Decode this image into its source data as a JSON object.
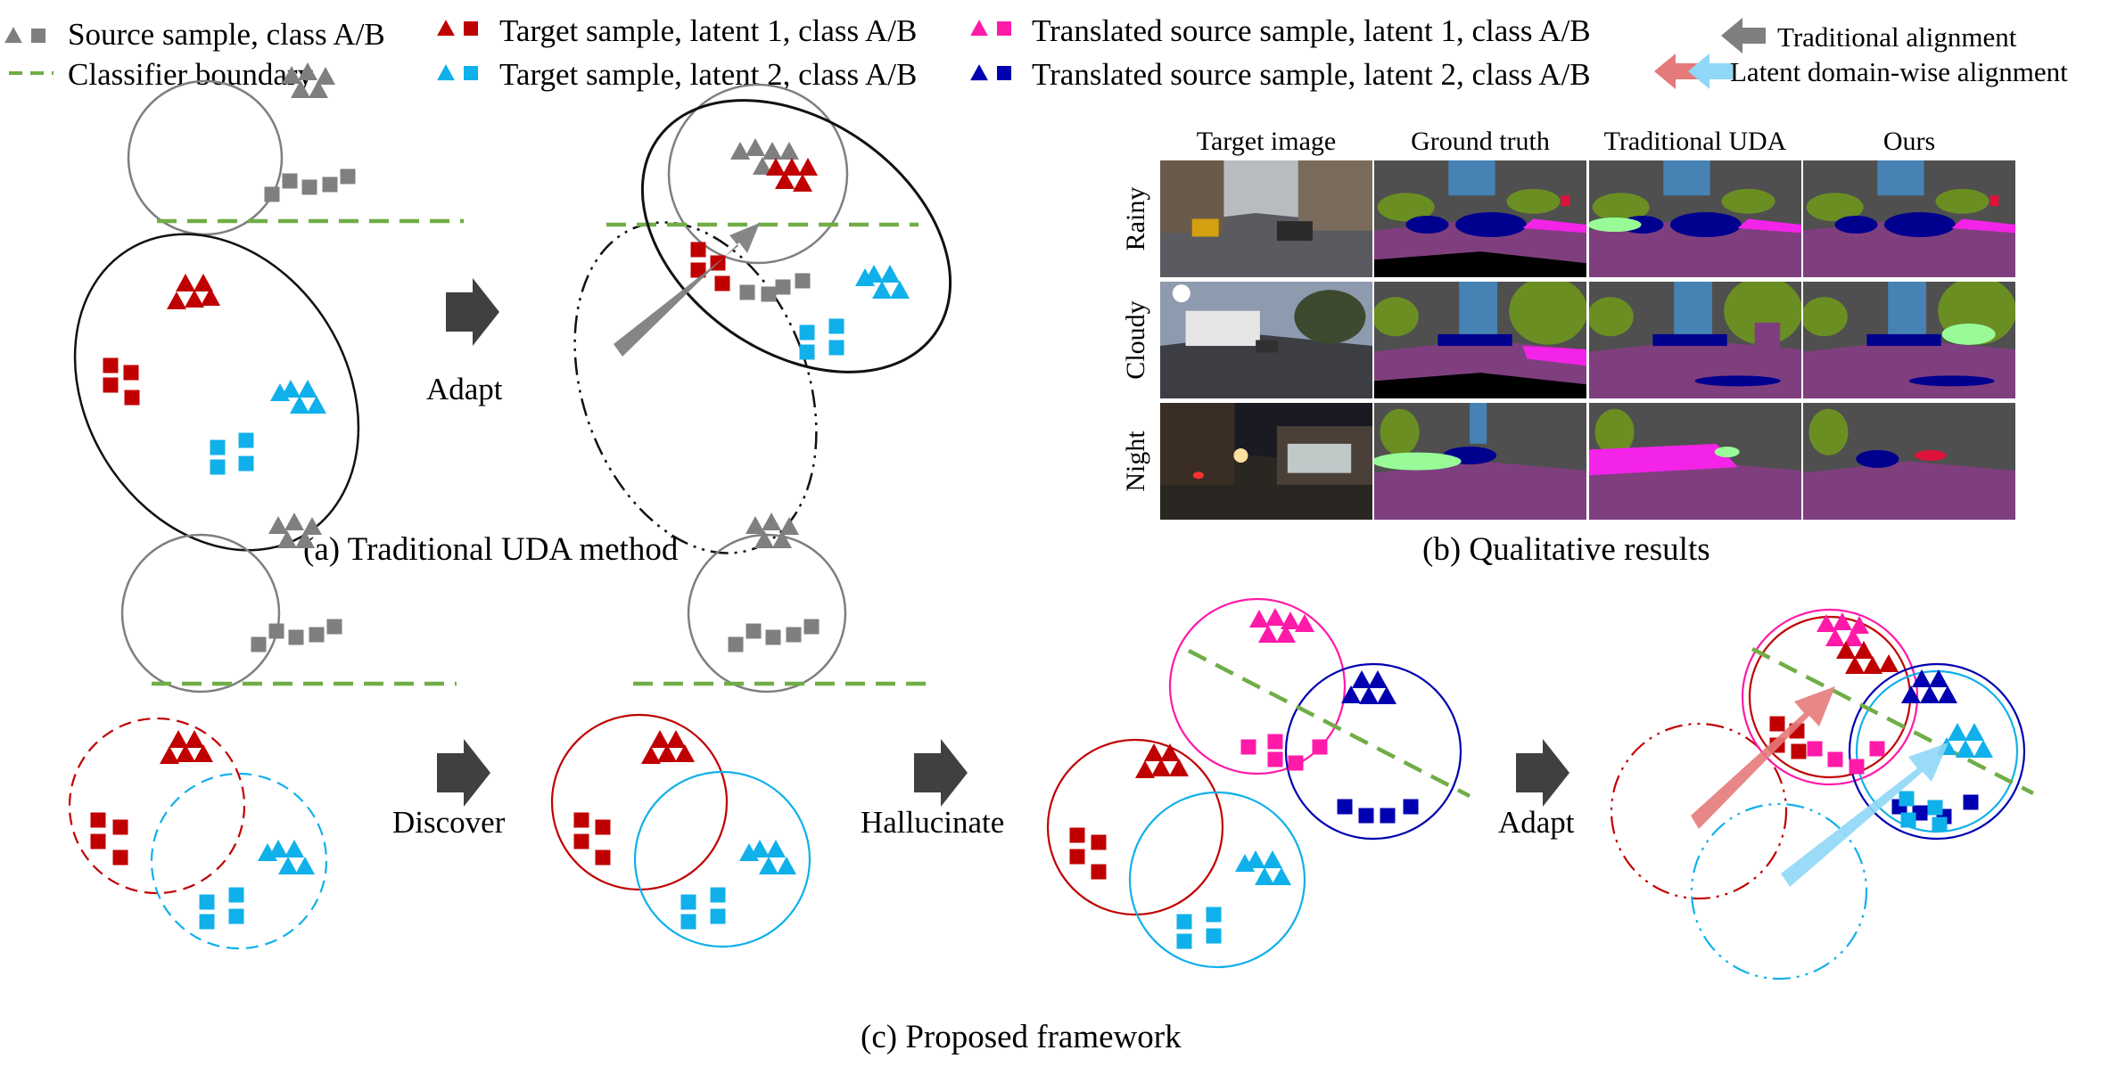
{
  "legend": {
    "source": "Source sample, class A/B",
    "boundary": "Classifier boundary",
    "target1": "Target sample,  latent 1, class A/B",
    "target2": "Target sample,  latent 2, class A/B",
    "trans1": "Translated source sample, latent 1, class A/B",
    "trans2": "Translated source sample, latent 2, class A/B",
    "trad_align": "Traditional alignment",
    "latent_align": "Latent domain-wise alignment"
  },
  "panel_a": {
    "caption": "(a) Traditional UDA method",
    "action": "Adapt"
  },
  "panel_b": {
    "caption": "(b) Qualitative results",
    "columns": [
      "Target image",
      "Ground truth",
      "Traditional UDA",
      "Ours"
    ],
    "rows": [
      "Rainy",
      "Cloudy",
      "Night"
    ]
  },
  "panel_c": {
    "caption": "(c) Proposed framework",
    "actions": [
      "Discover",
      "Hallucinate",
      "Adapt"
    ]
  },
  "colors": {
    "source": "#7f7f7f",
    "target1": "#c00000",
    "target2": "#10b0ea",
    "trans1": "#ff1aa8",
    "trans2": "#0000b0",
    "boundary": "#70ad47",
    "trad_arrow": "#7f7f7f",
    "latent1_arrow": "#e57a7a",
    "latent2_arrow": "#8fd8f7",
    "seg_road": "#7f3f7f",
    "seg_sky": "#4f4f4f",
    "seg_vegetation": "#6b8e23",
    "seg_building": "#4682b4",
    "seg_car": "#00008e",
    "seg_sidewalk": "#f423e8",
    "seg_terrain": "#98fb98",
    "seg_person": "#dc143c"
  }
}
